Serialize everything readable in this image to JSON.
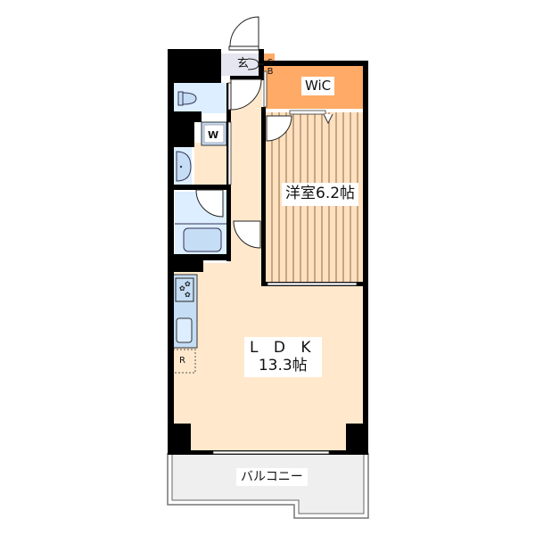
{
  "floorplan": {
    "rooms": {
      "genkan": {
        "label": "玄"
      },
      "shoe_box": {
        "label_line1": "S",
        "label_line2": "B"
      },
      "wic": {
        "label": "WiC",
        "color": "#FFAA66"
      },
      "washer": {
        "label": "W"
      },
      "western_room": {
        "label": "洋室6.2帖",
        "color": "#FFE0BF"
      },
      "ldk": {
        "label_line1": "L D K",
        "label_line2": "13.3帖",
        "color": "#FFE8CC"
      },
      "refrigerator": {
        "label": "R"
      },
      "balcony": {
        "label": "バルコニー",
        "color": "#EFEFEF"
      }
    },
    "colors": {
      "wall": "#000000",
      "wet_area": "#DCEEFF",
      "entrance": "#E6E6F0",
      "fixture": "#C5DDF5"
    }
  }
}
